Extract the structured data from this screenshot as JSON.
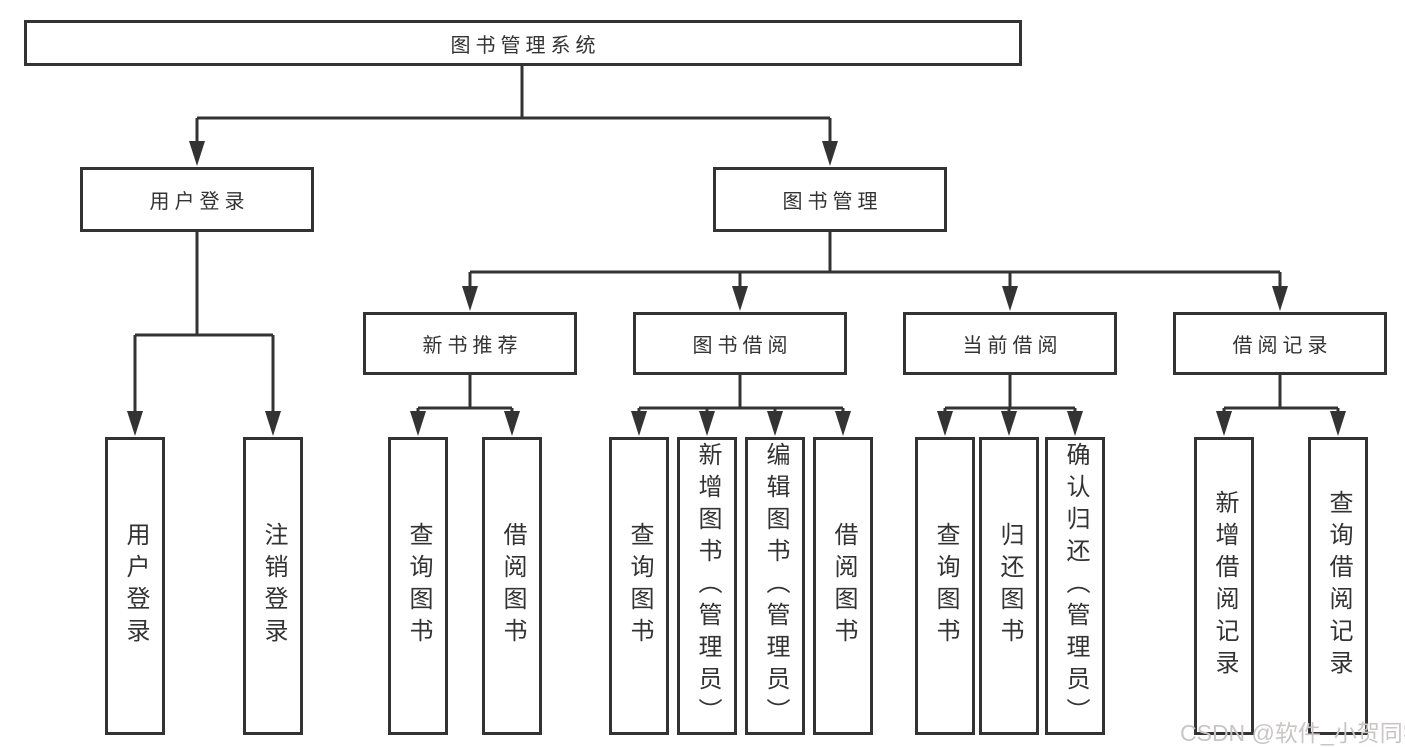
{
  "diagram": {
    "type": "tree",
    "root": {
      "label": "图书管理系统"
    },
    "branches": [
      {
        "label": "用户登录",
        "children": [
          {
            "label": "用户登录"
          },
          {
            "label": "注销登录"
          }
        ]
      },
      {
        "label": "图书管理",
        "children": [
          {
            "label": "新书推荐",
            "children": [
              {
                "label": "查询图书"
              },
              {
                "label": "借阅图书"
              }
            ]
          },
          {
            "label": "图书借阅",
            "children": [
              {
                "label": "查询图书"
              },
              {
                "label": "新增图书（管理员）"
              },
              {
                "label": "编辑图书（管理员）"
              },
              {
                "label": "借阅图书"
              }
            ]
          },
          {
            "label": "当前借阅",
            "children": [
              {
                "label": "查询图书"
              },
              {
                "label": "归还图书"
              },
              {
                "label": "确认归还（管理员）"
              }
            ]
          },
          {
            "label": "借阅记录",
            "children": [
              {
                "label": "新增借阅记录"
              },
              {
                "label": "查询借阅记录"
              }
            ]
          }
        ]
      }
    ]
  },
  "watermark": {
    "text": "CSDN @软件_小贺同学"
  },
  "colors": {
    "line": "#333333",
    "box_border": "#333333",
    "box_background": "#ffffff",
    "text": "#333333",
    "watermark": "#c9c5c5",
    "page_background": "#ffffff"
  }
}
